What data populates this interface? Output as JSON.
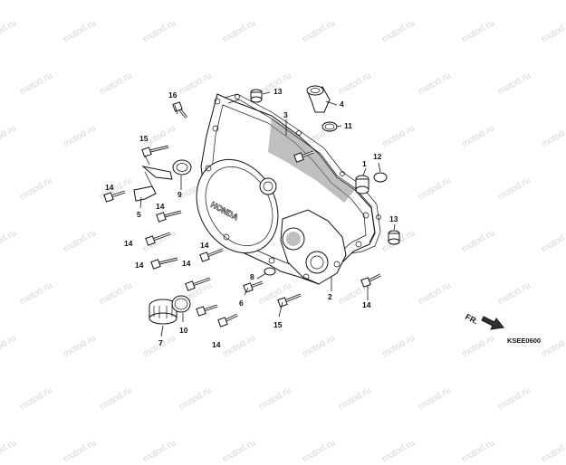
{
  "watermark": "motod.ru",
  "diagram_code": "KSEE0600",
  "direction_label": "FR.",
  "cover_brand": "HONDA",
  "callouts": {
    "c1": "1",
    "c2": "2",
    "c3": "3",
    "c4": "4",
    "c5": "5",
    "c6": "6",
    "c7": "7",
    "c8": "8",
    "c9": "9",
    "c10": "10",
    "c11": "11",
    "c12": "12",
    "c13a": "13",
    "c13b": "13",
    "c14a": "14",
    "c14b": "14",
    "c14c": "14",
    "c14d": "14",
    "c14e": "14",
    "c14f": "14",
    "c14g": "14",
    "c15a": "15",
    "c15b": "15",
    "c16": "16"
  }
}
